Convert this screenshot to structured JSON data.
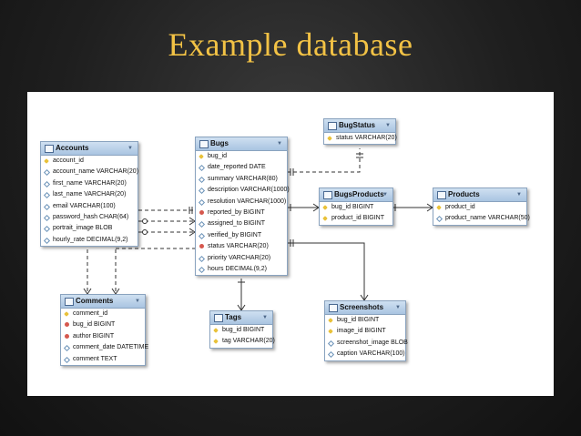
{
  "slide": {
    "title": "Example database"
  },
  "tables": {
    "accounts": {
      "name": "Accounts",
      "columns": [
        {
          "text": "account_id",
          "icon": "key"
        },
        {
          "text": "account_name VARCHAR(20)",
          "icon": "diamond"
        },
        {
          "text": "first_name VARCHAR(20)",
          "icon": "diamond"
        },
        {
          "text": "last_name VARCHAR(20)",
          "icon": "diamond"
        },
        {
          "text": "email VARCHAR(100)",
          "icon": "diamond"
        },
        {
          "text": "password_hash CHAR(64)",
          "icon": "diamond"
        },
        {
          "text": "portrait_image BLOB",
          "icon": "diamond"
        },
        {
          "text": "hourly_rate DECIMAL(9,2)",
          "icon": "diamond"
        }
      ]
    },
    "bugs": {
      "name": "Bugs",
      "columns": [
        {
          "text": "bug_id",
          "icon": "key"
        },
        {
          "text": "date_reported DATE",
          "icon": "diamond"
        },
        {
          "text": "summary VARCHAR(80)",
          "icon": "diamond"
        },
        {
          "text": "description VARCHAR(1000)",
          "icon": "diamond"
        },
        {
          "text": "resolution VARCHAR(1000)",
          "icon": "diamond"
        },
        {
          "text": "reported_by BIGINT",
          "icon": "fk"
        },
        {
          "text": "assigned_to BIGINT",
          "icon": "diamond"
        },
        {
          "text": "verified_by BIGINT",
          "icon": "diamond"
        },
        {
          "text": "status VARCHAR(20)",
          "icon": "fk"
        },
        {
          "text": "priority VARCHAR(20)",
          "icon": "diamond"
        },
        {
          "text": "hours DECIMAL(9,2)",
          "icon": "diamond"
        }
      ]
    },
    "bugstatus": {
      "name": "BugStatus",
      "columns": [
        {
          "text": "status VARCHAR(20)",
          "icon": "key"
        }
      ]
    },
    "bugsproducts": {
      "name": "BugsProducts",
      "columns": [
        {
          "text": "bug_id BIGINT",
          "icon": "key"
        },
        {
          "text": "product_id BIGINT",
          "icon": "key"
        }
      ]
    },
    "products": {
      "name": "Products",
      "columns": [
        {
          "text": "product_id",
          "icon": "key"
        },
        {
          "text": "product_name VARCHAR(50)",
          "icon": "diamond"
        }
      ]
    },
    "comments": {
      "name": "Comments",
      "columns": [
        {
          "text": "comment_id",
          "icon": "key"
        },
        {
          "text": "bug_id BIGINT",
          "icon": "fk"
        },
        {
          "text": "author BIGINT",
          "icon": "fk"
        },
        {
          "text": "comment_date DATETIME",
          "icon": "diamond"
        },
        {
          "text": "comment TEXT",
          "icon": "diamond"
        }
      ]
    },
    "tags": {
      "name": "Tags",
      "columns": [
        {
          "text": "bug_id BIGINT",
          "icon": "key"
        },
        {
          "text": "tag VARCHAR(20)",
          "icon": "key"
        }
      ]
    },
    "screenshots": {
      "name": "Screenshots",
      "columns": [
        {
          "text": "bug_id BIGINT",
          "icon": "key"
        },
        {
          "text": "image_id BIGINT",
          "icon": "key"
        },
        {
          "text": "screenshot_image BLOB",
          "icon": "diamond"
        },
        {
          "text": "caption VARCHAR(100)",
          "icon": "diamond"
        }
      ]
    }
  }
}
